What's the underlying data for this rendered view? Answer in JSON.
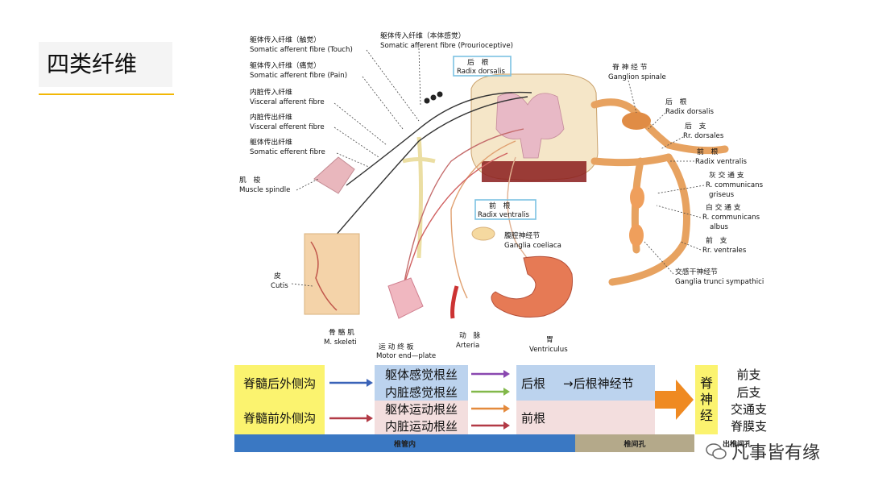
{
  "slide": {
    "title": "四类纤维"
  },
  "diagram": {
    "labels": {
      "touch_cn": "躯体传入纤维（触觉）",
      "touch_en": "Somatic afferent fibre (Touch)",
      "pain_cn": "躯体传入纤维（痛觉）",
      "pain_en": "Somatic afferent fibre (Pain)",
      "vaff_cn": "内脏传入纤维",
      "vaff_en": "Visceral afferent fibre",
      "veff_cn": "内脏传出纤维",
      "veff_en": "Visceral efferent fibre",
      "seff_cn": "躯体传出纤维",
      "seff_en": "Somatic efferent fibre",
      "prop_cn": "躯体传入纤维（本体感觉）",
      "prop_en": "Somatic afferent fibre (Prourioceptive)",
      "rd_cn": "后　根",
      "rd_en": "Radix dorsalis",
      "rv_cn": "前　根",
      "rv_en": "Radix ventralis",
      "muscle_cn": "肌　梭",
      "muscle_en": "Muscle spindle",
      "cutis_cn": "皮",
      "cutis_en": "Cutis",
      "skel_cn": "骨 骼 肌",
      "skel_en": "M. skeleti",
      "motor_cn": "运 动 终 板",
      "motor_en": "Motor end—plate",
      "arteria_cn": "动　脉",
      "arteria_en": "Arteria",
      "vent_cn": "胃",
      "vent_en": "Ventriculus",
      "coel_cn": "腹腔神经节",
      "coel_en": "Ganglia coeliaca",
      "gsp_cn": "脊 神 经 节",
      "gsp_en": "Ganglion spinale",
      "rd2_cn": "后　根",
      "rd2_en": "Radix dorsalis",
      "rrd_cn": "后　支",
      "rrd_en": "Rr. dorsales",
      "rv2_cn": "前　根",
      "rv2_en": "Radix ventralis",
      "rcg_cn": "灰 交 通 支",
      "rcg_en1": "R. communicans",
      "rcg_en2": "griseus",
      "rca_cn": "白 交 通 支",
      "rca_en1": "R. communicans",
      "rca_en2": "albus",
      "rrv_cn": "前　支",
      "rrv_en": "Rr. ventrales",
      "gts_cn": "交感干神经节",
      "gts_en": "Ganglia trunci sympathici"
    }
  },
  "table": {
    "row1_left": "脊髓后外侧沟",
    "row2_left": "脊髓前外侧沟",
    "fil1": "躯体感觉根丝",
    "fil2": "内脏感觉根丝",
    "fil3": "躯体运动根丝",
    "fil4": "内脏运动根丝",
    "posterior_root": "后根",
    "posterior_ganglion": "→后根神经节",
    "anterior_root": "前根",
    "spinal_nerve": "脊神经",
    "branches": [
      "前支",
      "后支",
      "交通支",
      "脊膜支"
    ],
    "bar_left": "椎管内",
    "bar_mid": "椎间孔",
    "bar_right": "出椎间孔"
  },
  "watermark": {
    "text": "凡事皆有缘"
  },
  "colors": {
    "accent": "#f2b705",
    "table_yellow": "#fbf36f",
    "table_blue": "#bcd3ee",
    "table_pink": "#f3dede",
    "bar_blue": "#3a78c3",
    "bar_tan": "#b4a98a"
  }
}
